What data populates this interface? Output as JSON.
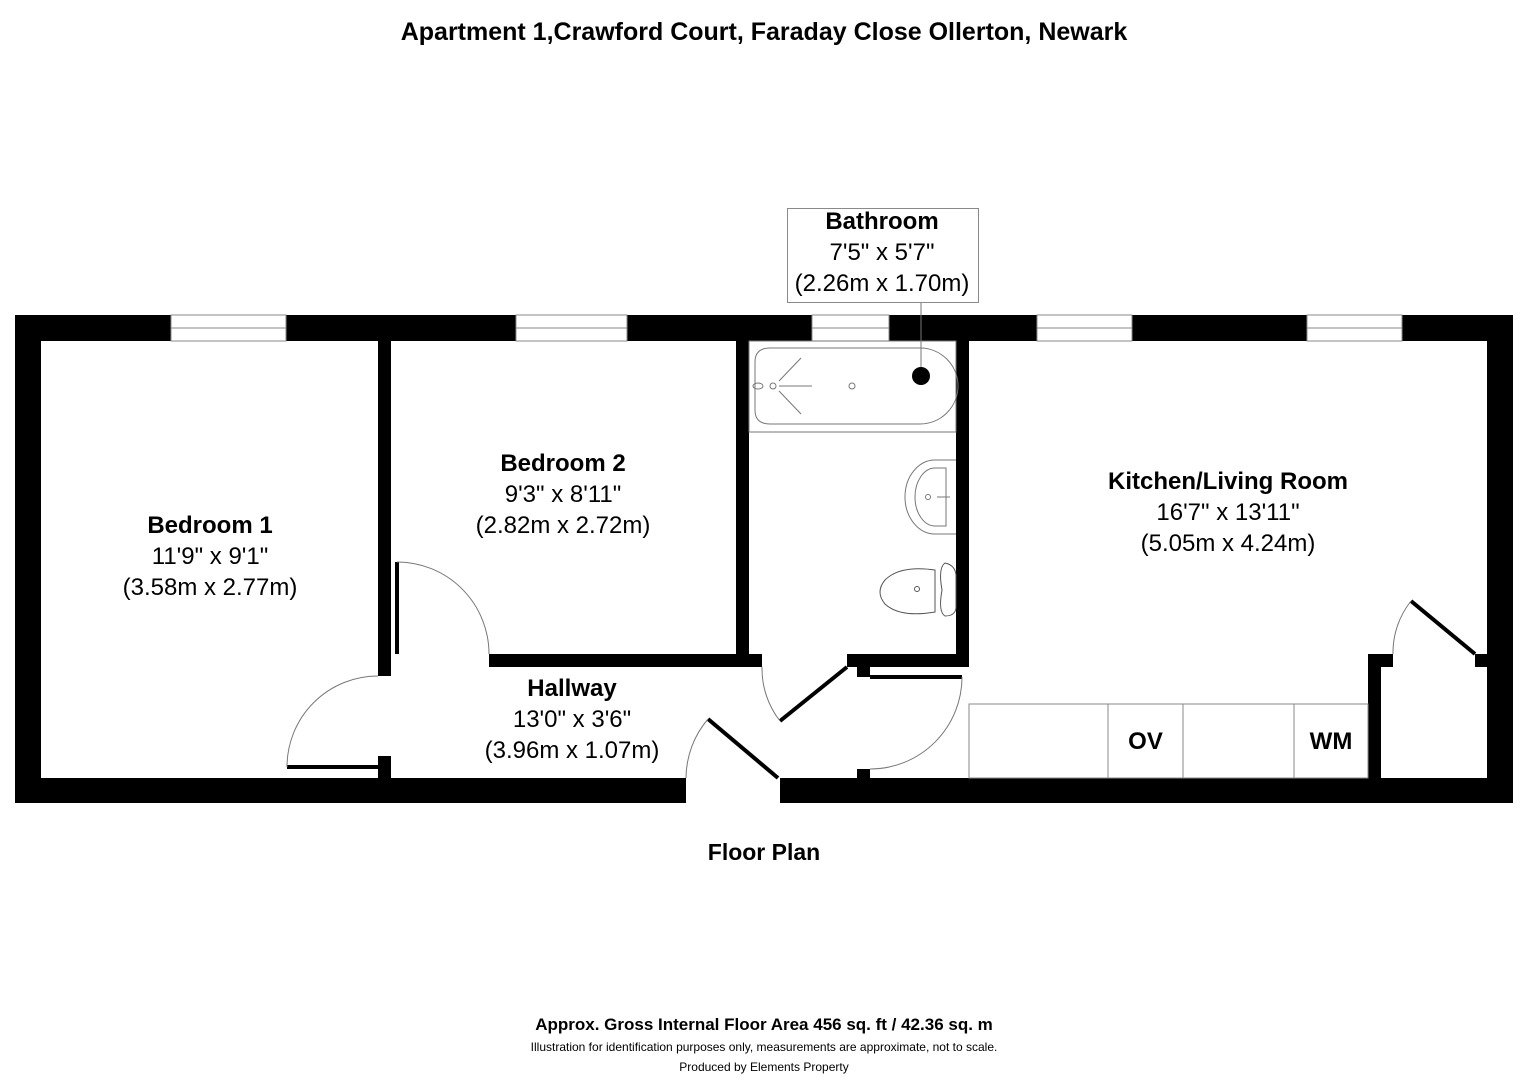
{
  "header": {
    "title": "Apartment 1,Crawford Court, Faraday Close Ollerton, Newark"
  },
  "rooms": {
    "bedroom1": {
      "name": "Bedroom 1",
      "imperial": "11'9\" x 9'1\"",
      "metric": "(3.58m x 2.77m)"
    },
    "bedroom2": {
      "name": "Bedroom 2",
      "imperial": "9'3\" x 8'11\"",
      "metric": "(2.82m x 2.72m)"
    },
    "bathroom": {
      "name": "Bathroom",
      "imperial": "7'5\" x 5'7\"",
      "metric": "(2.26m x 1.70m)"
    },
    "kitchen": {
      "name": "Kitchen/Living Room",
      "imperial": "16'7\" x 13'11\"",
      "metric": "(5.05m x 4.24m)"
    },
    "hallway": {
      "name": "Hallway",
      "imperial": "13'0\" x 3'6\"",
      "metric": "(3.96m x 1.07m)"
    }
  },
  "fixtures": {
    "oven": "OV",
    "washing_machine": "WM"
  },
  "plan": {
    "caption": "Floor Plan"
  },
  "footer": {
    "area": "Approx. Gross Internal Floor Area 456 sq. ft / 42.36 sq. m",
    "disclaimer": "Illustration for identification purposes only, measurements are approximate, not to scale.",
    "producer": "Produced by Elements Property"
  },
  "colors": {
    "wall": "#000000",
    "fixture_line": "#808080",
    "background": "#ffffff"
  }
}
